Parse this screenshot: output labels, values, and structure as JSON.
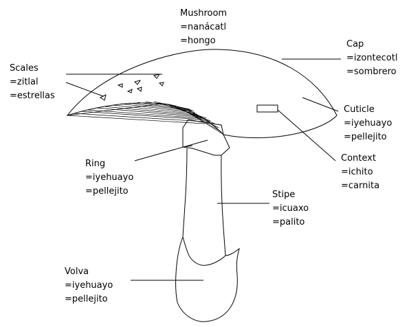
{
  "labels": {
    "mushroom": [
      "Mushroom",
      "=nanácatl",
      "=hongo"
    ],
    "cap": [
      "Cap",
      "=izontecotl",
      "=sombrero"
    ],
    "scales": [
      "Scales",
      "=zitlal",
      "=estrellas"
    ],
    "cuticle": [
      "Cuticle",
      "=iyehuayo",
      "=pellejito"
    ],
    "context": [
      "Context",
      "=ichito",
      "=carnita"
    ],
    "ring": [
      "Ring",
      "=iyehuayo",
      "=pellejito"
    ],
    "stipe": [
      "Stipe",
      "=icuaxo",
      "=palito"
    ],
    "volva": [
      "Volva",
      "=iyehuayo",
      "=pellejito"
    ]
  }
}
